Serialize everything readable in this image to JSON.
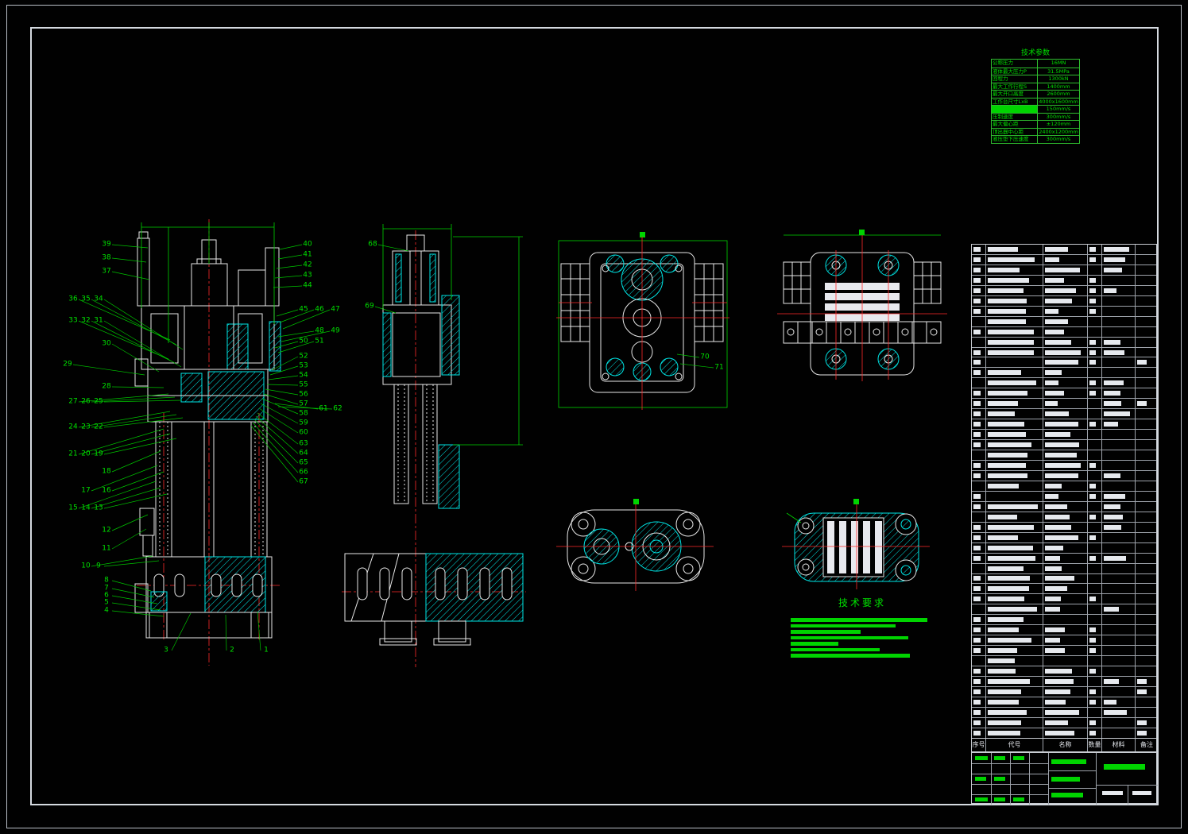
{
  "colors": {
    "background": "#010101",
    "line_white": "#e8e8e8",
    "dimension_green": "#00d400",
    "hatch_cyan": "#00e5e5",
    "centerline_red": "#ff2a2a"
  },
  "tech_params": {
    "title": "技术参数",
    "rows": [
      {
        "label": "公称压力",
        "value": "16MN",
        "highlight": false
      },
      {
        "label": "液体最大压力P",
        "value": "31.5MPa",
        "highlight": false
      },
      {
        "label": "回程力",
        "value": "1300kN",
        "highlight": false
      },
      {
        "label": "最大工作行程S",
        "value": "1400mm",
        "highlight": false
      },
      {
        "label": "最大开口高度",
        "value": "2600mm",
        "highlight": false
      },
      {
        "label": "工作台尺寸LxB",
        "value": "4000x1600mm",
        "highlight": false
      },
      {
        "label": "",
        "value": "150mm/s",
        "highlight": true
      },
      {
        "label": "压制速度",
        "value": "300mm/s",
        "highlight": false
      },
      {
        "label": "最大偏心距",
        "value": "±120mm",
        "highlight": false
      },
      {
        "label": "顶出器中心距",
        "value": "2400x1200mm",
        "highlight": false
      },
      {
        "label": "液压垫下压速度",
        "value": "300mm/s",
        "highlight": false
      }
    ]
  },
  "tech_requirements": {
    "title": "技术要求",
    "line_widths": [
      172,
      132,
      88,
      148,
      60,
      112,
      150
    ]
  },
  "bom": {
    "headers": [
      "序号",
      "代号",
      "名称",
      "数量",
      "材料",
      "备注"
    ],
    "row_count": 48
  },
  "callouts": [
    [
      39,
      134,
      308,
      186,
      312
    ],
    [
      38,
      134,
      325,
      184,
      330
    ],
    [
      37,
      134,
      342,
      188,
      352
    ],
    [
      36,
      92,
      377,
      214,
      428
    ],
    [
      35,
      108,
      377,
      222,
      434
    ],
    [
      34,
      124,
      377,
      230,
      440
    ],
    [
      33,
      92,
      404,
      212,
      452
    ],
    [
      32,
      108,
      404,
      220,
      457
    ],
    [
      31,
      124,
      404,
      228,
      462
    ],
    [
      30,
      134,
      433,
      200,
      468
    ],
    [
      29,
      85,
      459,
      182,
      472
    ],
    [
      28,
      134,
      487,
      206,
      488
    ],
    [
      27,
      92,
      506,
      212,
      496
    ],
    [
      26,
      108,
      506,
      220,
      500
    ],
    [
      25,
      124,
      506,
      228,
      504
    ],
    [
      24,
      92,
      538,
      214,
      518
    ],
    [
      23,
      108,
      538,
      222,
      522
    ],
    [
      22,
      124,
      538,
      230,
      526
    ],
    [
      21,
      92,
      572,
      206,
      540
    ],
    [
      20,
      108,
      572,
      214,
      546
    ],
    [
      19,
      124,
      572,
      222,
      552
    ],
    [
      18,
      134,
      594,
      202,
      568
    ],
    [
      17,
      108,
      618,
      198,
      586
    ],
    [
      16,
      134,
      618,
      206,
      594
    ],
    [
      15,
      92,
      640,
      196,
      606
    ],
    [
      14,
      108,
      640,
      202,
      614
    ],
    [
      13,
      124,
      640,
      210,
      622
    ],
    [
      12,
      134,
      668,
      186,
      648
    ],
    [
      11,
      134,
      691,
      184,
      666
    ],
    [
      10,
      108,
      713,
      192,
      700
    ],
    [
      9,
      124,
      713,
      200,
      706
    ],
    [
      8,
      134,
      731,
      190,
      744
    ],
    [
      7,
      134,
      741,
      194,
      752
    ],
    [
      6,
      134,
      750,
      198,
      760
    ],
    [
      5,
      134,
      759,
      202,
      768
    ],
    [
      4,
      134,
      769,
      206,
      776
    ],
    [
      3,
      209,
      819,
      240,
      772
    ],
    [
      2,
      292,
      819,
      284,
      774
    ],
    [
      1,
      335,
      819,
      324,
      770
    ],
    [
      40,
      387,
      308,
      352,
      314
    ],
    [
      41,
      387,
      321,
      350,
      326
    ],
    [
      42,
      387,
      334,
      348,
      338
    ],
    [
      43,
      387,
      347,
      346,
      350
    ],
    [
      44,
      387,
      360,
      344,
      362
    ],
    [
      45,
      382,
      390,
      348,
      398
    ],
    [
      46,
      402,
      390,
      352,
      406
    ],
    [
      47,
      422,
      390,
      356,
      414
    ],
    [
      48,
      402,
      417,
      350,
      424
    ],
    [
      49,
      422,
      417,
      354,
      430
    ],
    [
      50,
      382,
      430,
      346,
      438
    ],
    [
      51,
      402,
      430,
      350,
      444
    ],
    [
      52,
      382,
      449,
      342,
      466
    ],
    [
      53,
      382,
      461,
      340,
      472
    ],
    [
      54,
      382,
      473,
      338,
      478
    ],
    [
      55,
      382,
      485,
      336,
      484
    ],
    [
      56,
      382,
      497,
      334,
      490
    ],
    [
      57,
      382,
      509,
      332,
      496
    ],
    [
      58,
      382,
      521,
      330,
      502
    ],
    [
      59,
      382,
      533,
      328,
      508
    ],
    [
      60,
      382,
      545,
      326,
      514
    ],
    [
      61,
      407,
      515,
      346,
      508
    ],
    [
      62,
      425,
      515,
      350,
      512
    ],
    [
      63,
      382,
      559,
      324,
      520
    ],
    [
      64,
      382,
      571,
      322,
      524
    ],
    [
      65,
      382,
      583,
      320,
      528
    ],
    [
      66,
      382,
      595,
      318,
      532
    ],
    [
      67,
      382,
      607,
      316,
      536
    ],
    [
      68,
      469,
      308,
      514,
      316
    ],
    [
      69,
      465,
      386,
      498,
      394
    ],
    [
      70,
      887,
      450,
      852,
      446
    ],
    [
      71,
      905,
      463,
      856,
      458
    ]
  ]
}
